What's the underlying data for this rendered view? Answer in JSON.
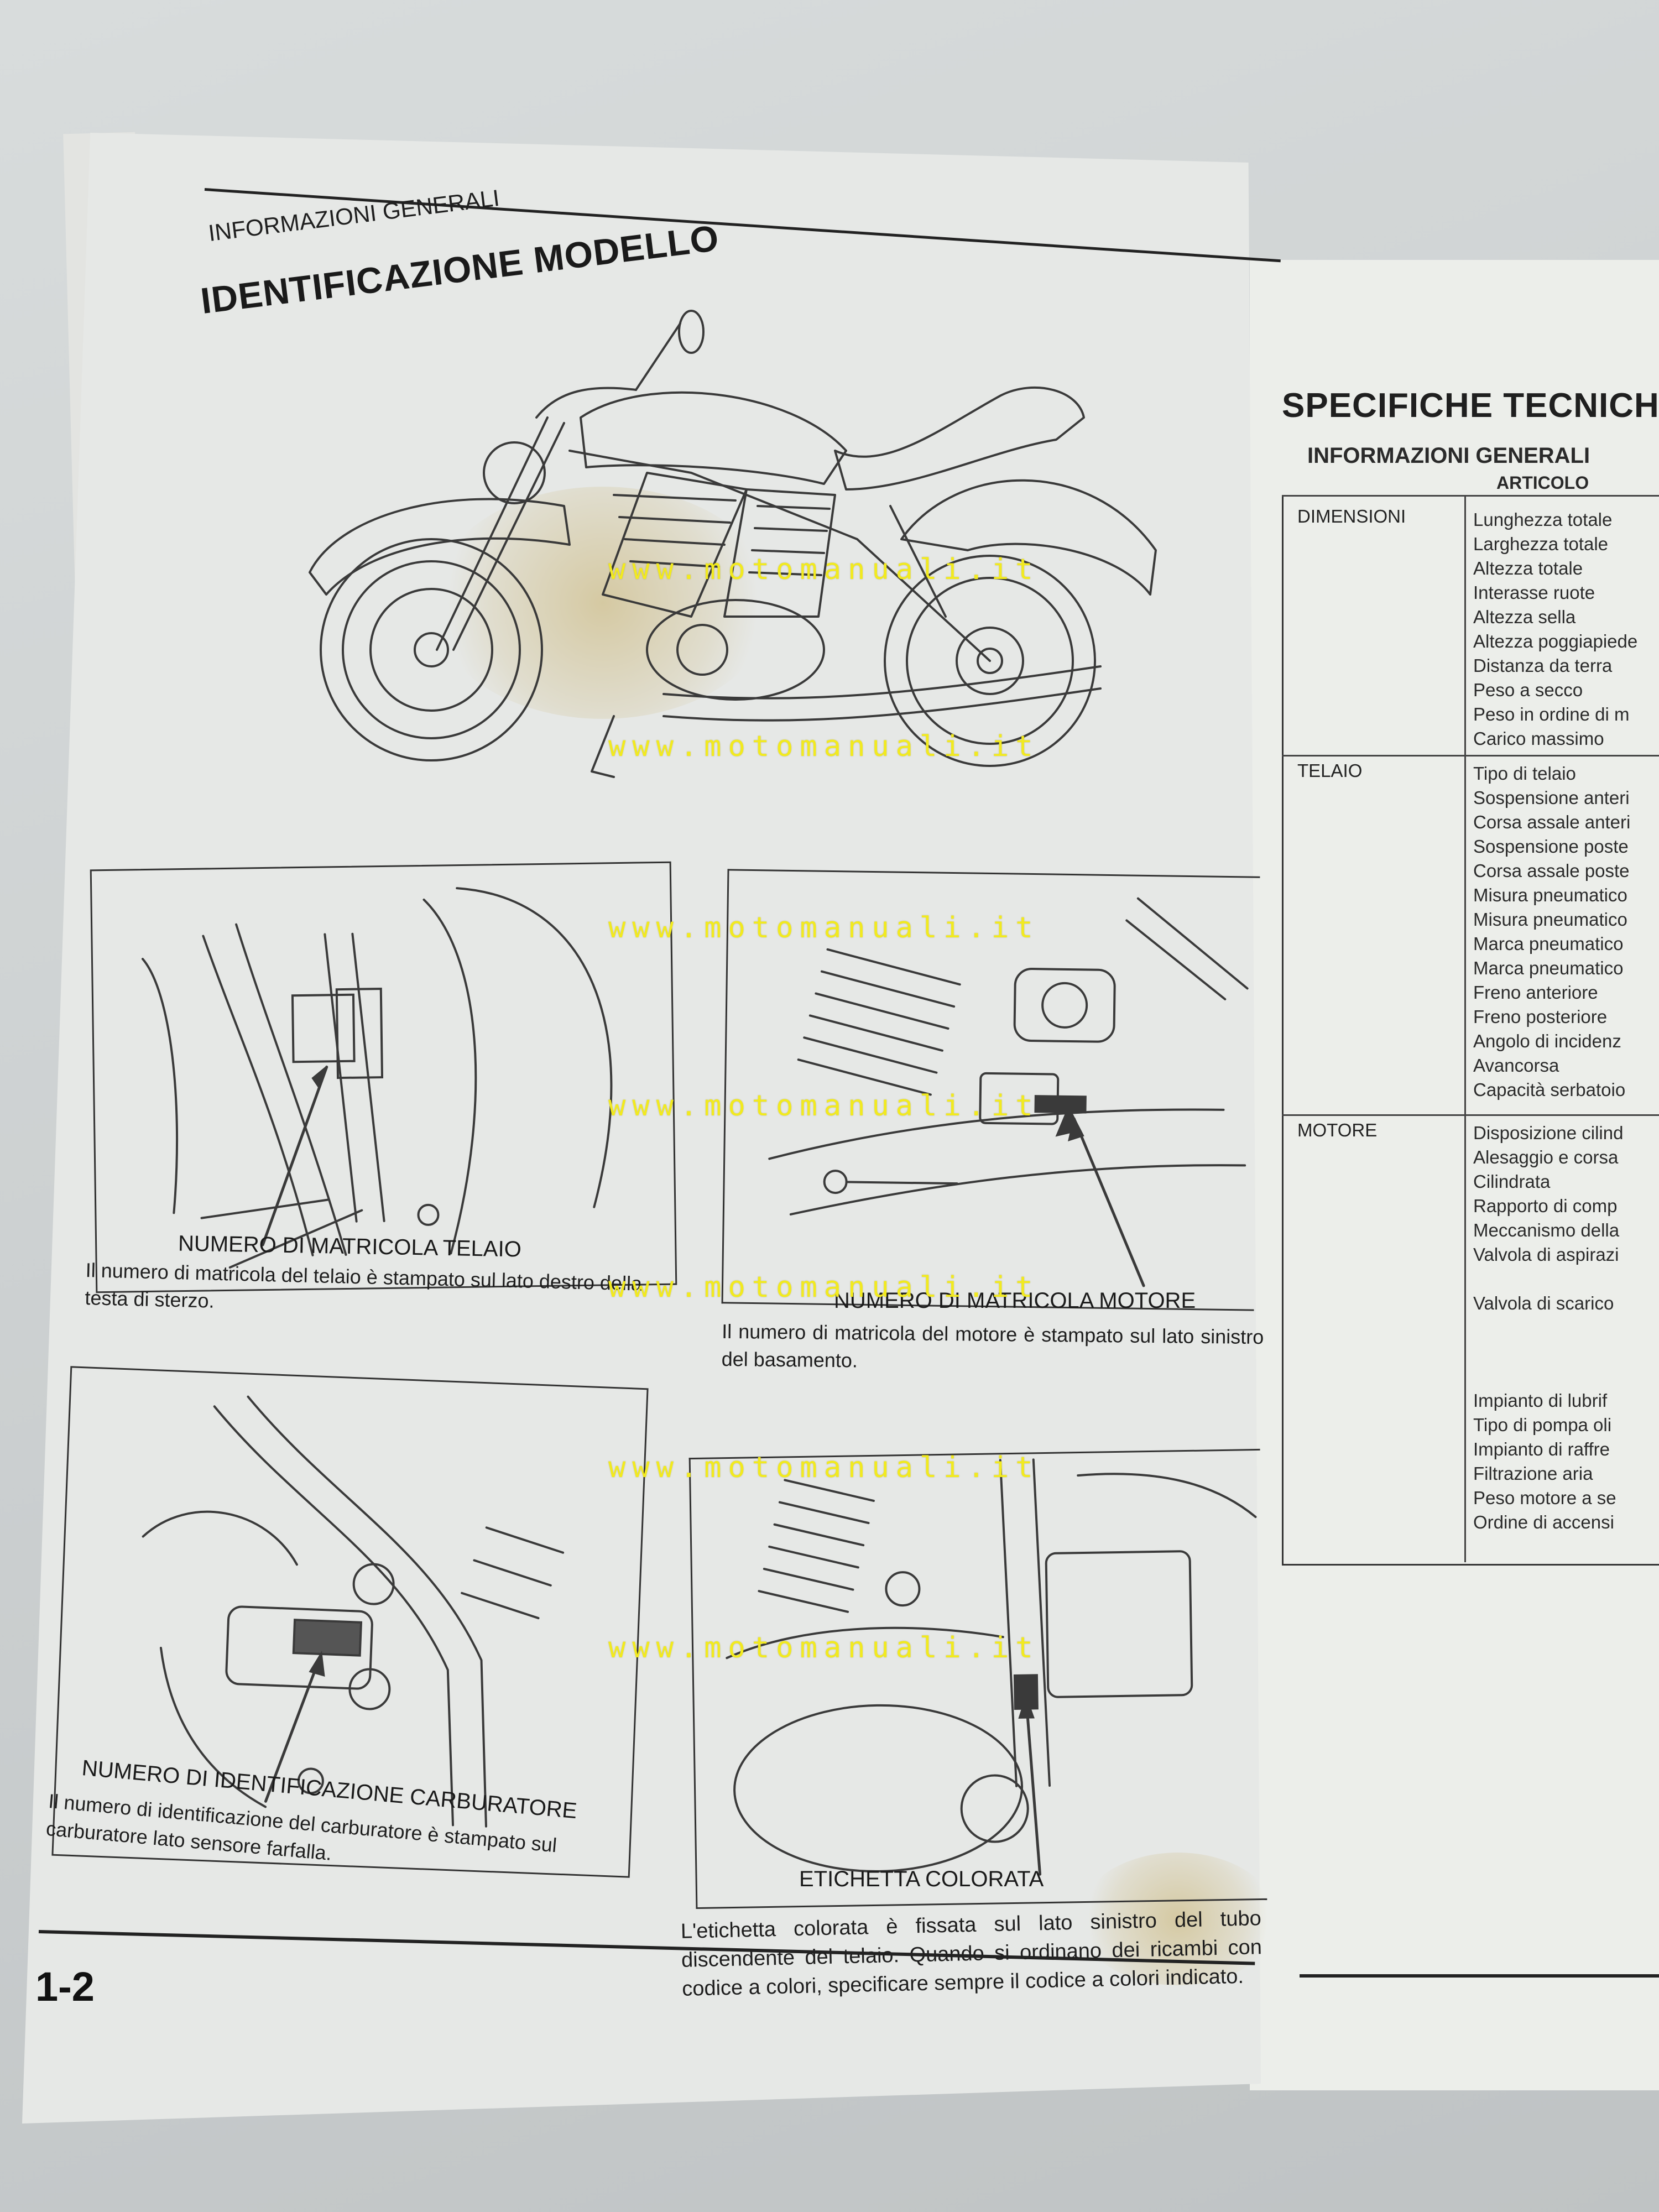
{
  "left_page": {
    "section_label": "INFORMAZIONI GENERALI",
    "title": "IDENTIFICAZIONE MODELLO",
    "page_number": "1-2",
    "figures": [
      {
        "label": "NUMERO DI MATRICOLA TELAIO",
        "caption": "Il numero di matricola del telaio è stampato sul lato destro della testa di sterzo."
      },
      {
        "label": "NUMERO DI MATRICOLA MOTORE",
        "caption": "Il numero di matricola del motore è stampato sul lato sinistro del basamento."
      },
      {
        "label": "NUMERO DI IDENTIFICAZIONE CARBURATORE",
        "caption": "Il numero di identificazione del carburatore è stampato sul carburatore lato sensore farfalla."
      },
      {
        "label": "ETICHETTA COLORATA",
        "caption": "L'etichetta colorata è fissata sul lato sinistro del tubo discendente del telaio. Quando si ordinano dei ricambi con codice a colori, specificare sempre il codice a colori indicato."
      }
    ]
  },
  "right_page": {
    "title": "SPECIFICHE TECNICHE",
    "section": "INFORMAZIONI GENERALI",
    "column_header": "ARTICOLO",
    "groups": [
      {
        "name": "DIMENSIONI",
        "items": [
          "Lunghezza totale",
          "Larghezza totale",
          "Altezza totale",
          "Interasse ruote",
          "Altezza sella",
          "Altezza poggiapiede",
          "Distanza da terra",
          "Peso a secco",
          "Peso in ordine di m",
          "Carico massimo"
        ]
      },
      {
        "name": "TELAIO",
        "items": [
          "Tipo di telaio",
          "Sospensione anteri",
          "Corsa assale anteri",
          "Sospensione poste",
          "Corsa assale poste",
          "Misura pneumatico",
          "Misura pneumatico",
          "Marca pneumatico",
          "Marca pneumatico",
          "Freno anteriore",
          "Freno posteriore",
          "Angolo di incidenz",
          "Avancorsa",
          "Capacità serbatoio"
        ]
      },
      {
        "name": "MOTORE",
        "items": [
          "Disposizione cilind",
          "Alesaggio e corsa",
          "Cilindrata",
          "Rapporto di comp",
          "Meccanismo della",
          "Valvola di aspirazi",
          "",
          "Valvola di scarico",
          "",
          "",
          "",
          "Impianto di lubrif",
          "Tipo di pompa oli",
          "Impianto di raffre",
          "Filtrazione aria",
          "Peso motore a se",
          "Ordine di accensi"
        ]
      }
    ]
  },
  "watermark": "www.motomanuali.it"
}
